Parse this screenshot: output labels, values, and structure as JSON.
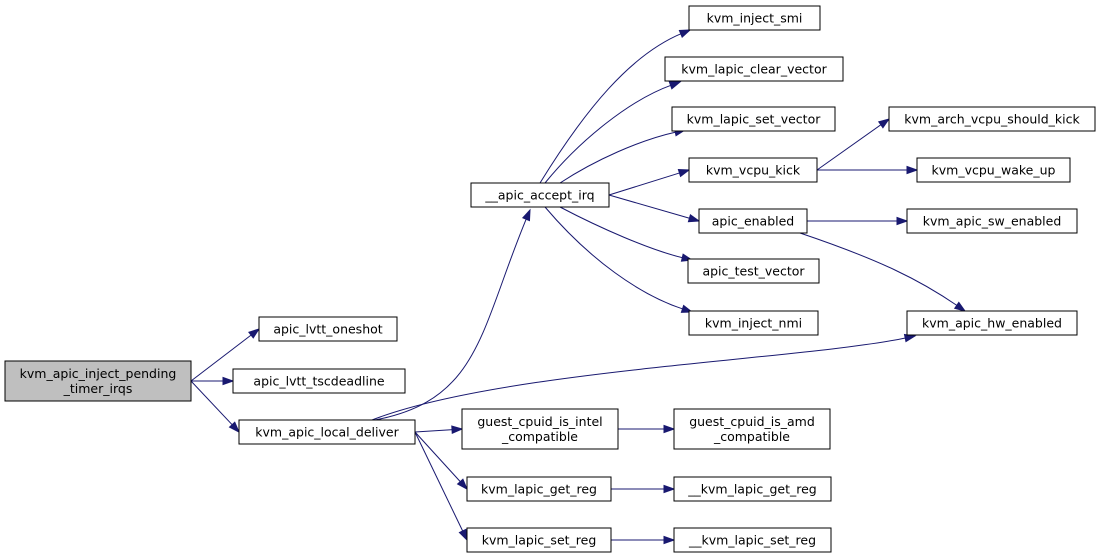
{
  "nodes": {
    "root": {
      "lines": [
        "kvm_apic_inject_pending",
        "_timer_irqs"
      ],
      "highlighted": true
    },
    "apic_lvtt_oneshot": {
      "lines": [
        "apic_lvtt_oneshot"
      ]
    },
    "apic_lvtt_tscdeadline": {
      "lines": [
        "apic_lvtt_tscdeadline"
      ]
    },
    "kvm_apic_local_deliver": {
      "lines": [
        "kvm_apic_local_deliver"
      ]
    },
    "apic_accept_irq": {
      "lines": [
        "__apic_accept_irq"
      ]
    },
    "guest_cpuid_is_intel_compatible": {
      "lines": [
        "guest_cpuid_is_intel",
        "_compatible"
      ]
    },
    "kvm_lapic_get_reg": {
      "lines": [
        "kvm_lapic_get_reg"
      ]
    },
    "kvm_lapic_set_reg": {
      "lines": [
        "kvm_lapic_set_reg"
      ]
    },
    "kvm_inject_smi": {
      "lines": [
        "kvm_inject_smi"
      ]
    },
    "kvm_lapic_clear_vector": {
      "lines": [
        "kvm_lapic_clear_vector"
      ]
    },
    "kvm_lapic_set_vector": {
      "lines": [
        "kvm_lapic_set_vector"
      ]
    },
    "kvm_vcpu_kick": {
      "lines": [
        "kvm_vcpu_kick"
      ]
    },
    "apic_enabled": {
      "lines": [
        "apic_enabled"
      ]
    },
    "apic_test_vector": {
      "lines": [
        "apic_test_vector"
      ]
    },
    "kvm_inject_nmi": {
      "lines": [
        "kvm_inject_nmi"
      ]
    },
    "guest_cpuid_is_amd_compatible": {
      "lines": [
        "guest_cpuid_is_amd",
        "_compatible"
      ]
    },
    "__kvm_lapic_get_reg": {
      "lines": [
        "__kvm_lapic_get_reg"
      ]
    },
    "__kvm_lapic_set_reg": {
      "lines": [
        "__kvm_lapic_set_reg"
      ]
    },
    "kvm_arch_vcpu_should_kick": {
      "lines": [
        "kvm_arch_vcpu_should_kick"
      ]
    },
    "kvm_vcpu_wake_up": {
      "lines": [
        "kvm_vcpu_wake_up"
      ]
    },
    "kvm_apic_sw_enabled": {
      "lines": [
        "kvm_apic_sw_enabled"
      ]
    },
    "kvm_apic_hw_enabled": {
      "lines": [
        "kvm_apic_hw_enabled"
      ]
    }
  },
  "edges": [
    [
      "root",
      "apic_lvtt_oneshot"
    ],
    [
      "root",
      "apic_lvtt_tscdeadline"
    ],
    [
      "root",
      "kvm_apic_local_deliver"
    ],
    [
      "kvm_apic_local_deliver",
      "apic_accept_irq"
    ],
    [
      "kvm_apic_local_deliver",
      "kvm_apic_hw_enabled"
    ],
    [
      "kvm_apic_local_deliver",
      "guest_cpuid_is_intel_compatible"
    ],
    [
      "kvm_apic_local_deliver",
      "kvm_lapic_get_reg"
    ],
    [
      "kvm_apic_local_deliver",
      "kvm_lapic_set_reg"
    ],
    [
      "apic_accept_irq",
      "kvm_inject_smi"
    ],
    [
      "apic_accept_irq",
      "kvm_lapic_clear_vector"
    ],
    [
      "apic_accept_irq",
      "kvm_lapic_set_vector"
    ],
    [
      "apic_accept_irq",
      "kvm_vcpu_kick"
    ],
    [
      "apic_accept_irq",
      "apic_enabled"
    ],
    [
      "apic_accept_irq",
      "apic_test_vector"
    ],
    [
      "apic_accept_irq",
      "kvm_inject_nmi"
    ],
    [
      "kvm_vcpu_kick",
      "kvm_arch_vcpu_should_kick"
    ],
    [
      "kvm_vcpu_kick",
      "kvm_vcpu_wake_up"
    ],
    [
      "apic_enabled",
      "kvm_apic_sw_enabled"
    ],
    [
      "apic_enabled",
      "kvm_apic_hw_enabled"
    ],
    [
      "guest_cpuid_is_intel_compatible",
      "guest_cpuid_is_amd_compatible"
    ],
    [
      "kvm_lapic_get_reg",
      "__kvm_lapic_get_reg"
    ],
    [
      "kvm_lapic_set_reg",
      "__kvm_lapic_set_reg"
    ]
  ],
  "colors": {
    "edge": "#191970",
    "root_fill": "#bfbfbf",
    "node_fill": "#ffffff",
    "border": "#000000"
  }
}
